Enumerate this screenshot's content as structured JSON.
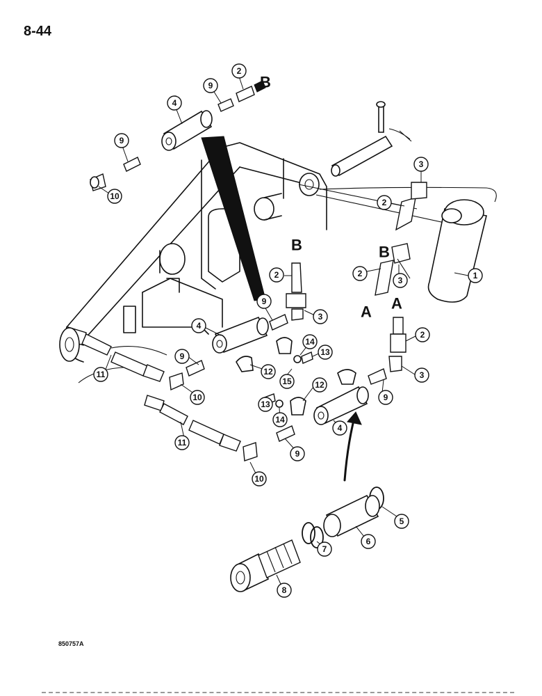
{
  "page": {
    "number": "8-44",
    "drawing_id": "850757A"
  },
  "reference_letters": [
    "A",
    "B"
  ],
  "callouts": [
    "1",
    "2",
    "3",
    "4",
    "5",
    "6",
    "7",
    "8",
    "9",
    "10",
    "11",
    "12",
    "13",
    "14",
    "15"
  ]
}
